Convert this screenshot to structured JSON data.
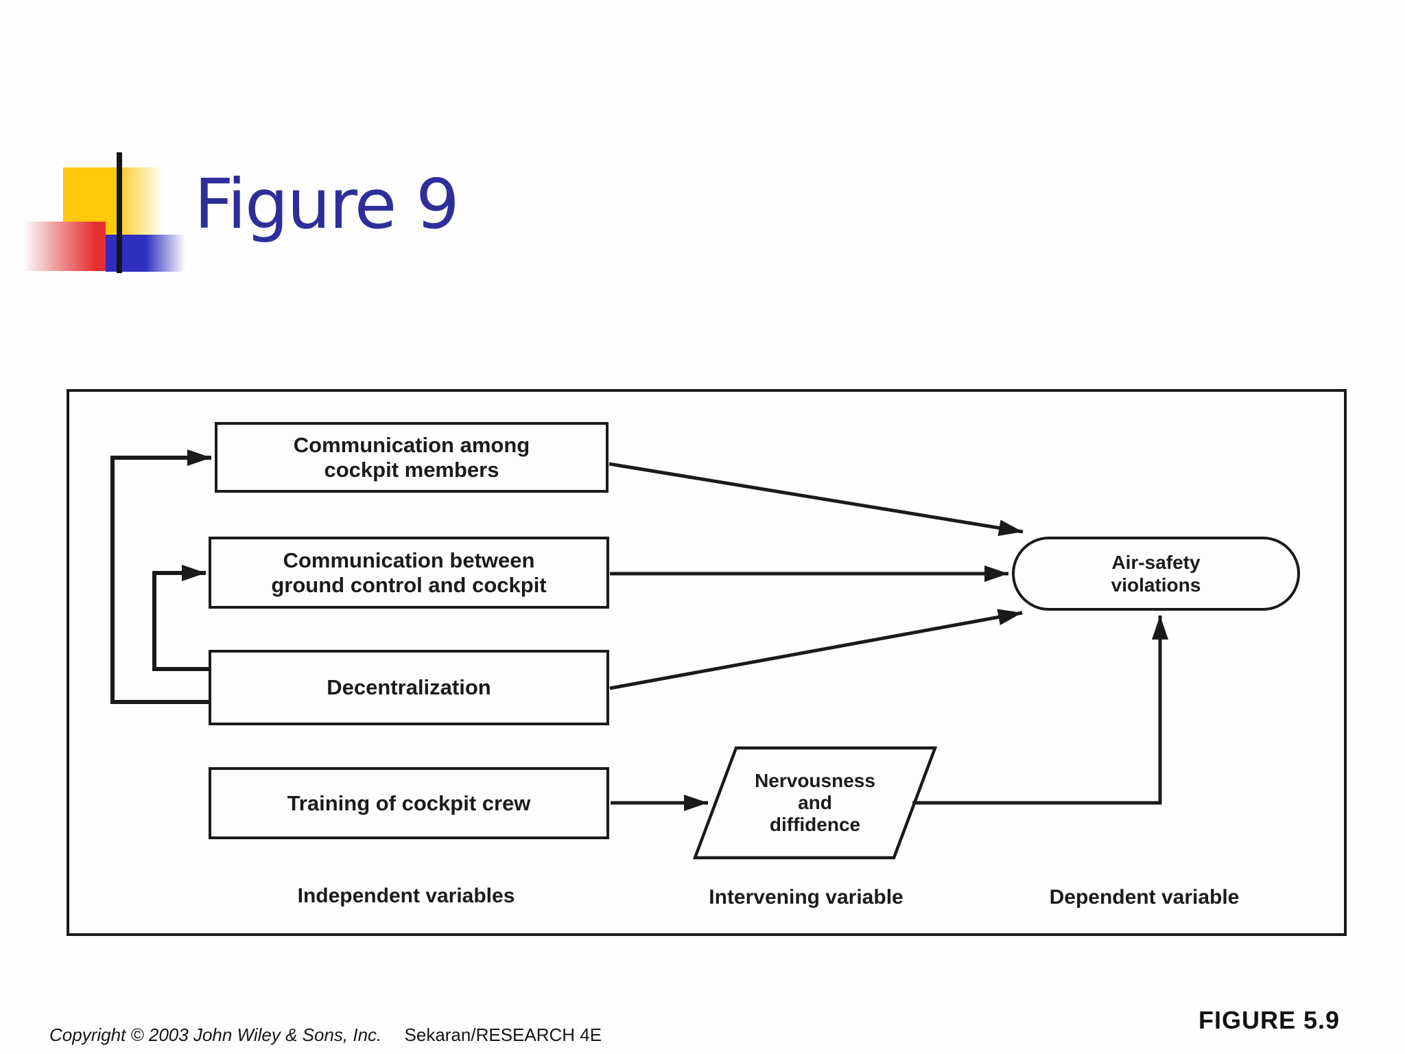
{
  "slide": {
    "title": "Figure 9"
  },
  "colors": {
    "title_text": "#2E2E9A",
    "decor_yellow": "#FFC80B",
    "decor_red": "#E62F2F",
    "decor_blue": "#2E2EC0",
    "diagram_ink": "#1A1A1A"
  },
  "diagram": {
    "independent_boxes": [
      {
        "label": "Communication among\ncockpit members"
      },
      {
        "label": "Communication between\nground control and cockpit"
      },
      {
        "label": "Decentralization"
      },
      {
        "label": "Training of cockpit crew"
      }
    ],
    "intervening_shape": {
      "label": "Nervousness\nand\ndiffidence"
    },
    "dependent_shape": {
      "label": "Air-safety\nviolations"
    },
    "column_labels": [
      "Independent variables",
      "Intervening variable",
      "Dependent variable"
    ]
  },
  "footer": {
    "copyright": "Copyright © 2003 John Wiley & Sons, Inc.",
    "source": "Sekaran/RESEARCH 4E",
    "figure_ref": "FIGURE 5.9"
  }
}
